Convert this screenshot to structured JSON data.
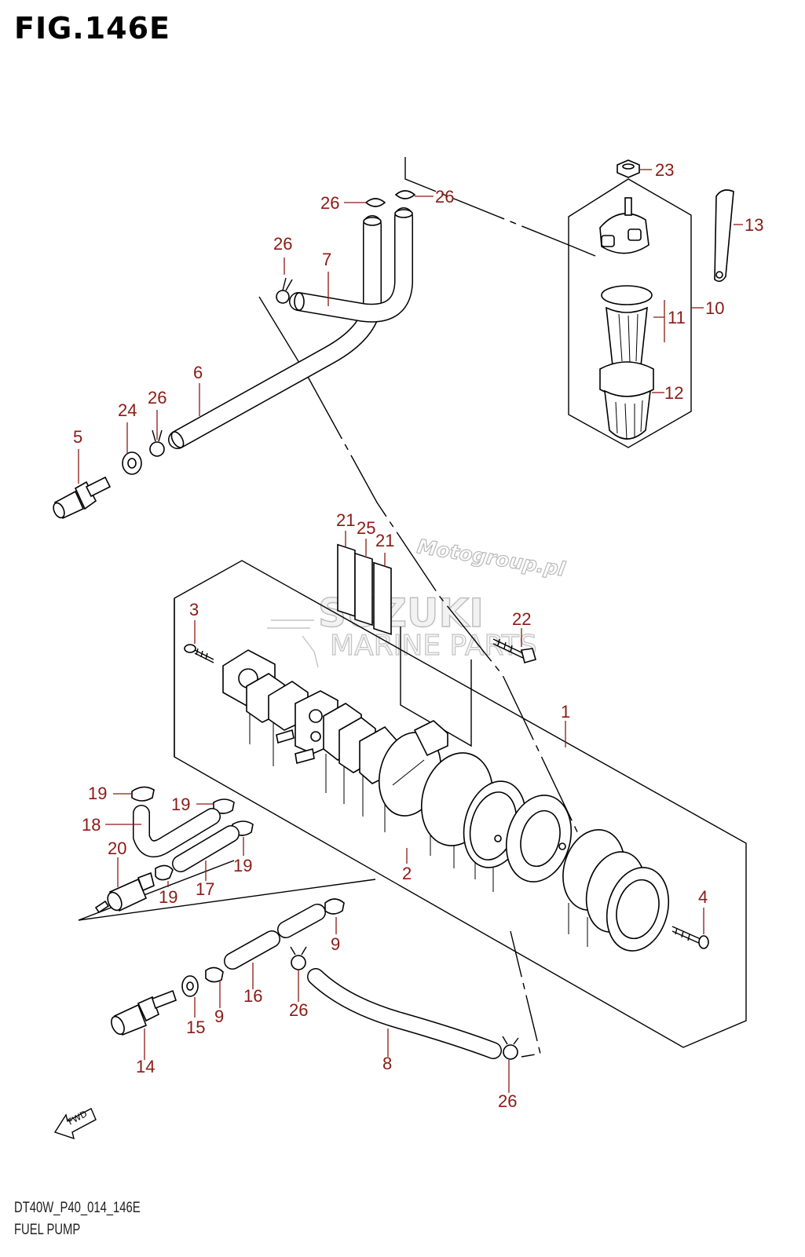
{
  "figure": {
    "title": "FIG.146E",
    "code": "DT40W_P40_014_146E",
    "name": "FUEL PUMP"
  },
  "watermark": {
    "site": "Motogroup.pl",
    "brand": "SUZUKI",
    "sub": "MARINE PARTS"
  },
  "direction_label": "FWD",
  "part_numbers": [
    "26",
    "26",
    "23",
    "13",
    "26",
    "7",
    "10",
    "11",
    "12",
    "6",
    "24",
    "26",
    "5",
    "21",
    "25",
    "21",
    "3",
    "22",
    "1",
    "19",
    "19",
    "18",
    "20",
    "19",
    "17",
    "2",
    "19",
    "4",
    "9",
    "16",
    "15",
    "9",
    "26",
    "14",
    "8",
    "26"
  ],
  "colors": {
    "callout": "#8b1a14",
    "line": "#000000"
  }
}
